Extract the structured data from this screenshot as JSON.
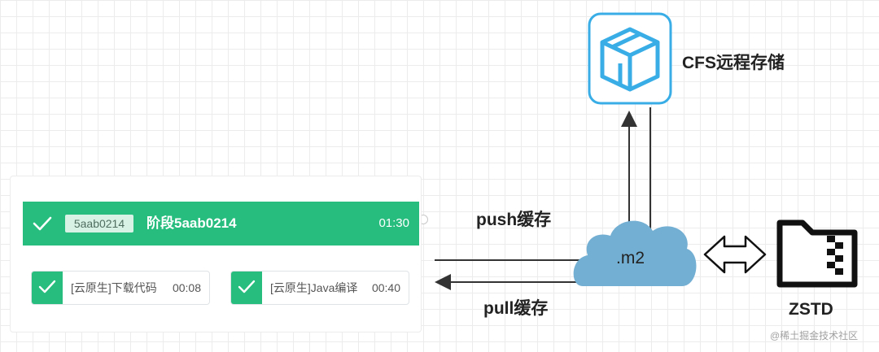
{
  "pipeline": {
    "stage": {
      "id": "5aab0214",
      "title": "阶段5aab0214",
      "time": "01:30"
    },
    "jobs": [
      {
        "label": "[云原生]下载代码",
        "time": "00:08"
      },
      {
        "label": "[云原生]Java编译",
        "time": "00:40"
      }
    ]
  },
  "diagram": {
    "push_label": "push缓存",
    "pull_label": "pull缓存",
    "cloud_label": ".m2",
    "storage_label": "CFS远程存储",
    "compress_label": "ZSTD"
  },
  "watermark": "@稀土掘金技术社区",
  "colors": {
    "stage_green": "#26bd7e",
    "cloud_blue": "#73afd2",
    "storage_blue": "#39aee6"
  }
}
